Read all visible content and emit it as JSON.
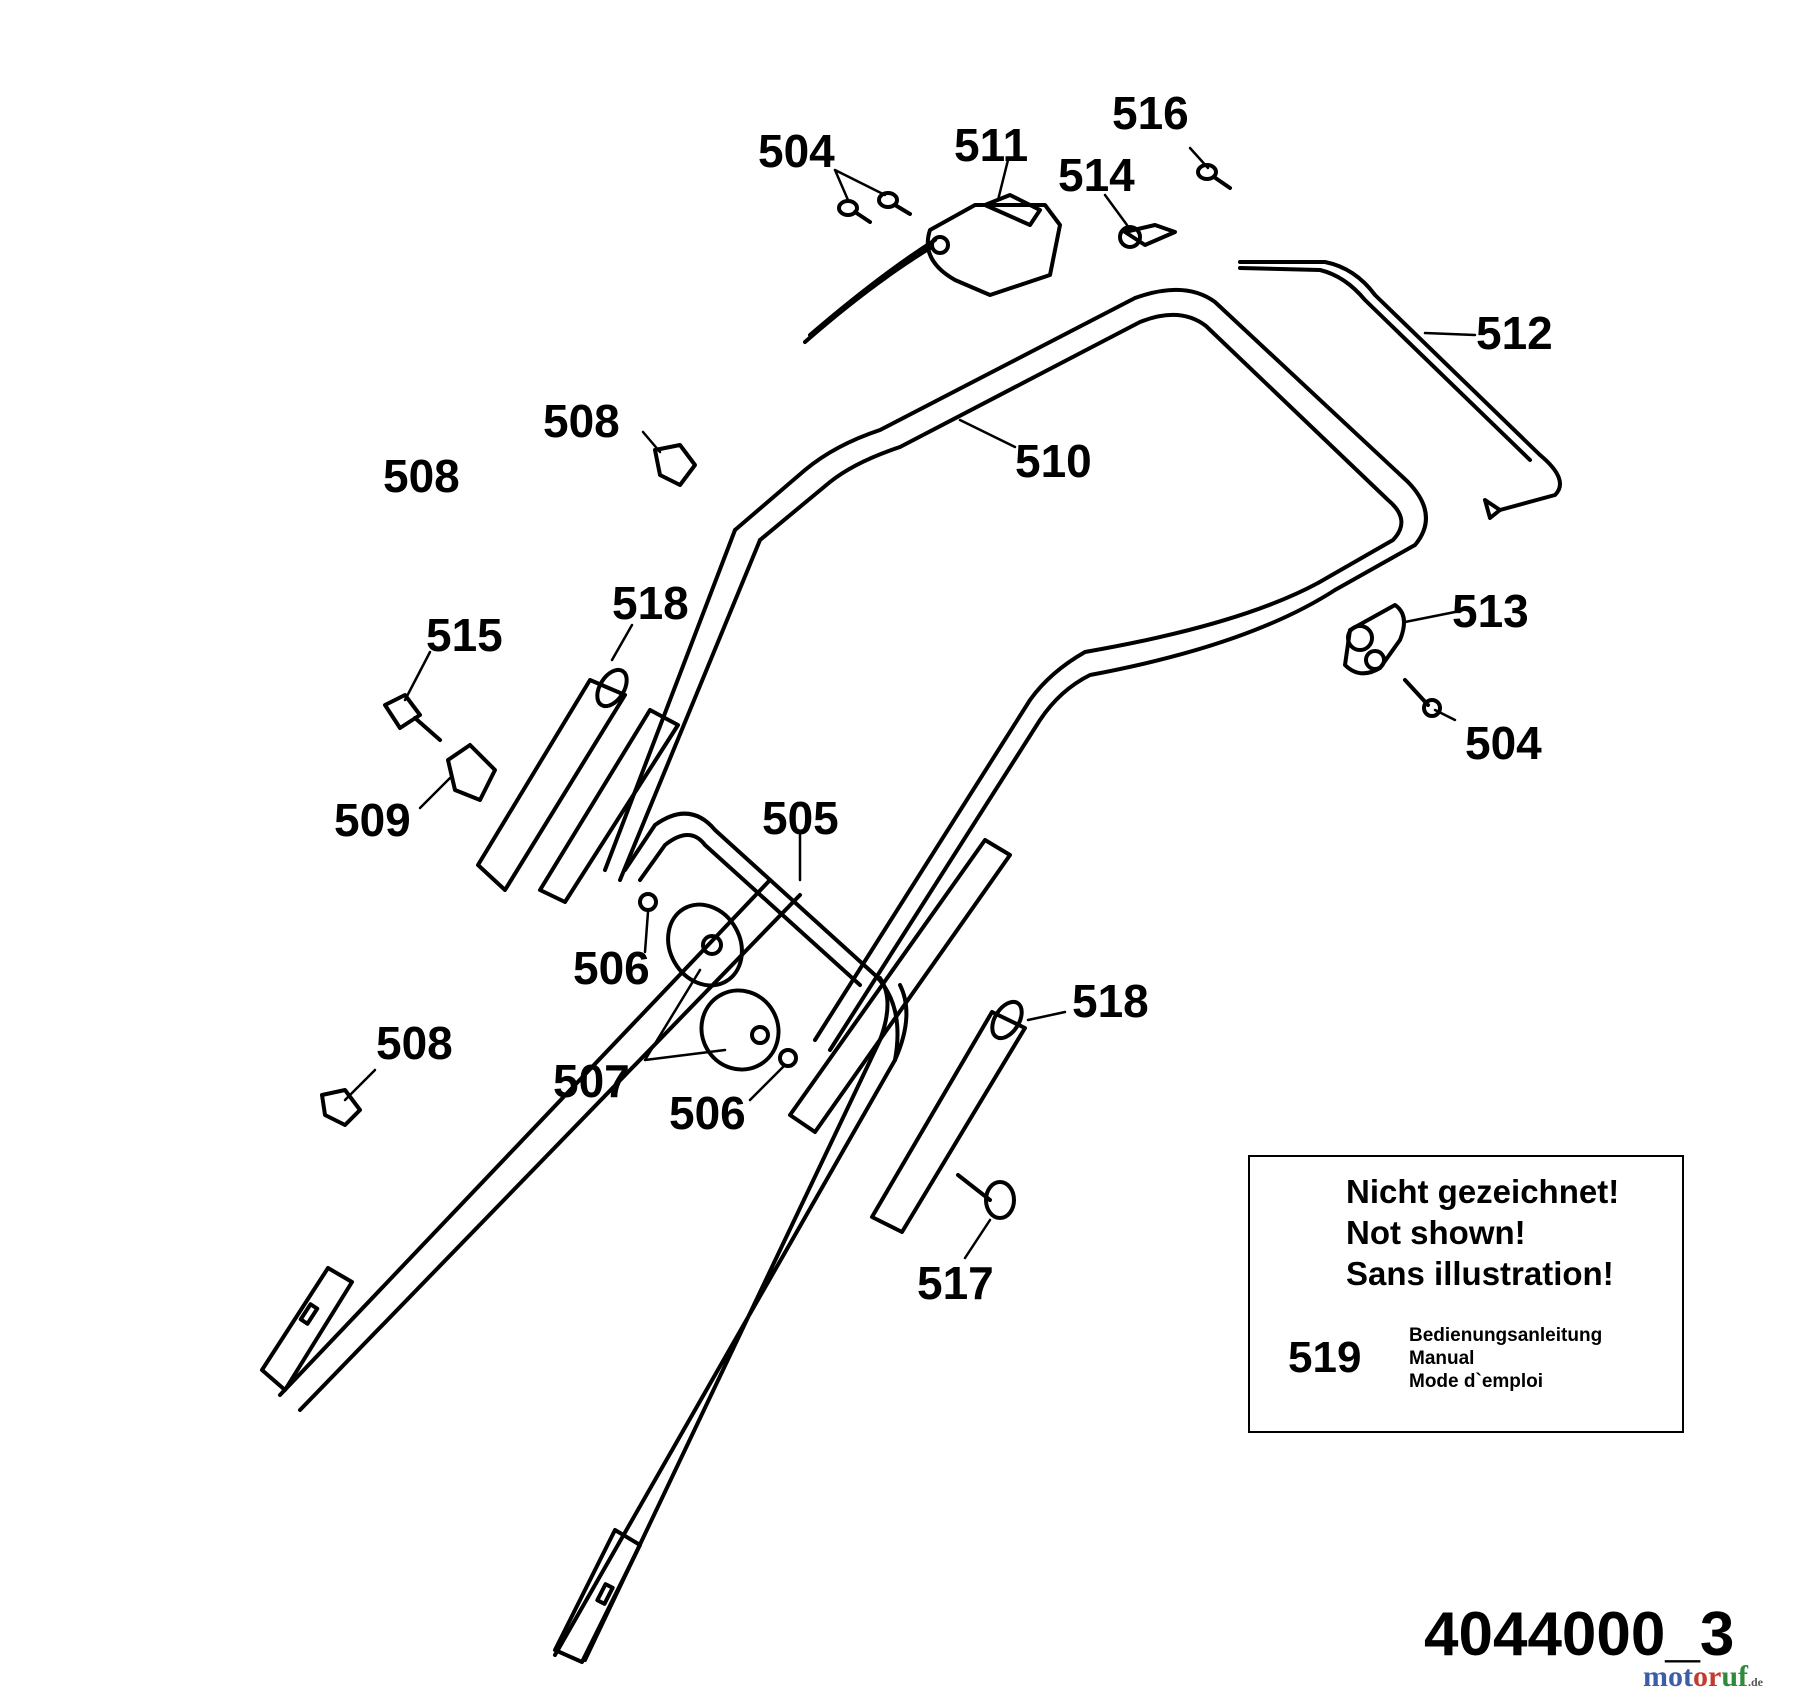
{
  "part_labels": [
    {
      "id": "l504a",
      "text": "504"
    },
    {
      "id": "l511",
      "text": "511"
    },
    {
      "id": "l516",
      "text": "516"
    },
    {
      "id": "l514",
      "text": "514"
    },
    {
      "id": "l512",
      "text": "512"
    },
    {
      "id": "l508a",
      "text": "508"
    },
    {
      "id": "l508b",
      "text": "508"
    },
    {
      "id": "l510",
      "text": "510"
    },
    {
      "id": "l518a",
      "text": "518"
    },
    {
      "id": "l515",
      "text": "515"
    },
    {
      "id": "l513",
      "text": "513"
    },
    {
      "id": "l504b",
      "text": "504"
    },
    {
      "id": "l509",
      "text": "509"
    },
    {
      "id": "l505",
      "text": "505"
    },
    {
      "id": "l506a",
      "text": "506"
    },
    {
      "id": "l518b",
      "text": "518"
    },
    {
      "id": "l508c",
      "text": "508"
    },
    {
      "id": "l507",
      "text": "507"
    },
    {
      "id": "l506b",
      "text": "506"
    },
    {
      "id": "l517",
      "text": "517"
    }
  ],
  "not_shown_box": {
    "heading_de": "Nicht gezeichnet!",
    "heading_en": "Not shown!",
    "heading_fr": "Sans illustration!",
    "part_number": "519",
    "item_de": "Bedienungsanleitung",
    "item_en": "Manual",
    "item_fr": "Mode d`emploi"
  },
  "drawing_number": "4044000_3",
  "watermark": {
    "part1": "mot",
    "part2": "or",
    "part3": "uf",
    "suffix": ".de"
  }
}
